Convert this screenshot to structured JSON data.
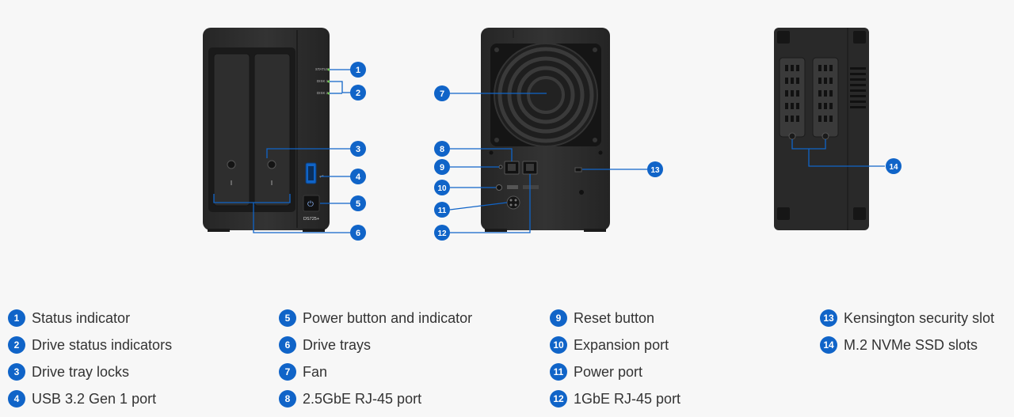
{
  "front": {
    "led_labels": [
      "STATUS",
      "DISK 1",
      "DISK 2"
    ],
    "model": "DS725+"
  },
  "legend": [
    {
      "num": "1",
      "label": "Status indicator"
    },
    {
      "num": "2",
      "label": "Drive status indicators"
    },
    {
      "num": "3",
      "label": "Drive tray locks"
    },
    {
      "num": "4",
      "label": "USB 3.2 Gen 1 port"
    },
    {
      "num": "5",
      "label": "Power button and indicator"
    },
    {
      "num": "6",
      "label": "Drive trays"
    },
    {
      "num": "7",
      "label": "Fan"
    },
    {
      "num": "8",
      "label": "2.5GbE RJ-45 port"
    },
    {
      "num": "9",
      "label": "Reset button"
    },
    {
      "num": "10",
      "label": "Expansion port"
    },
    {
      "num": "11",
      "label": "Power port"
    },
    {
      "num": "12",
      "label": "1GbE RJ-45 port"
    },
    {
      "num": "13",
      "label": "Kensington security slot"
    },
    {
      "num": "14",
      "label": "M.2 NVMe SSD slots"
    }
  ],
  "colors": {
    "accent": "#1064c8",
    "device": "#2b2b2b",
    "device_dark": "#1c1c1c",
    "led": "#6cc04a"
  }
}
